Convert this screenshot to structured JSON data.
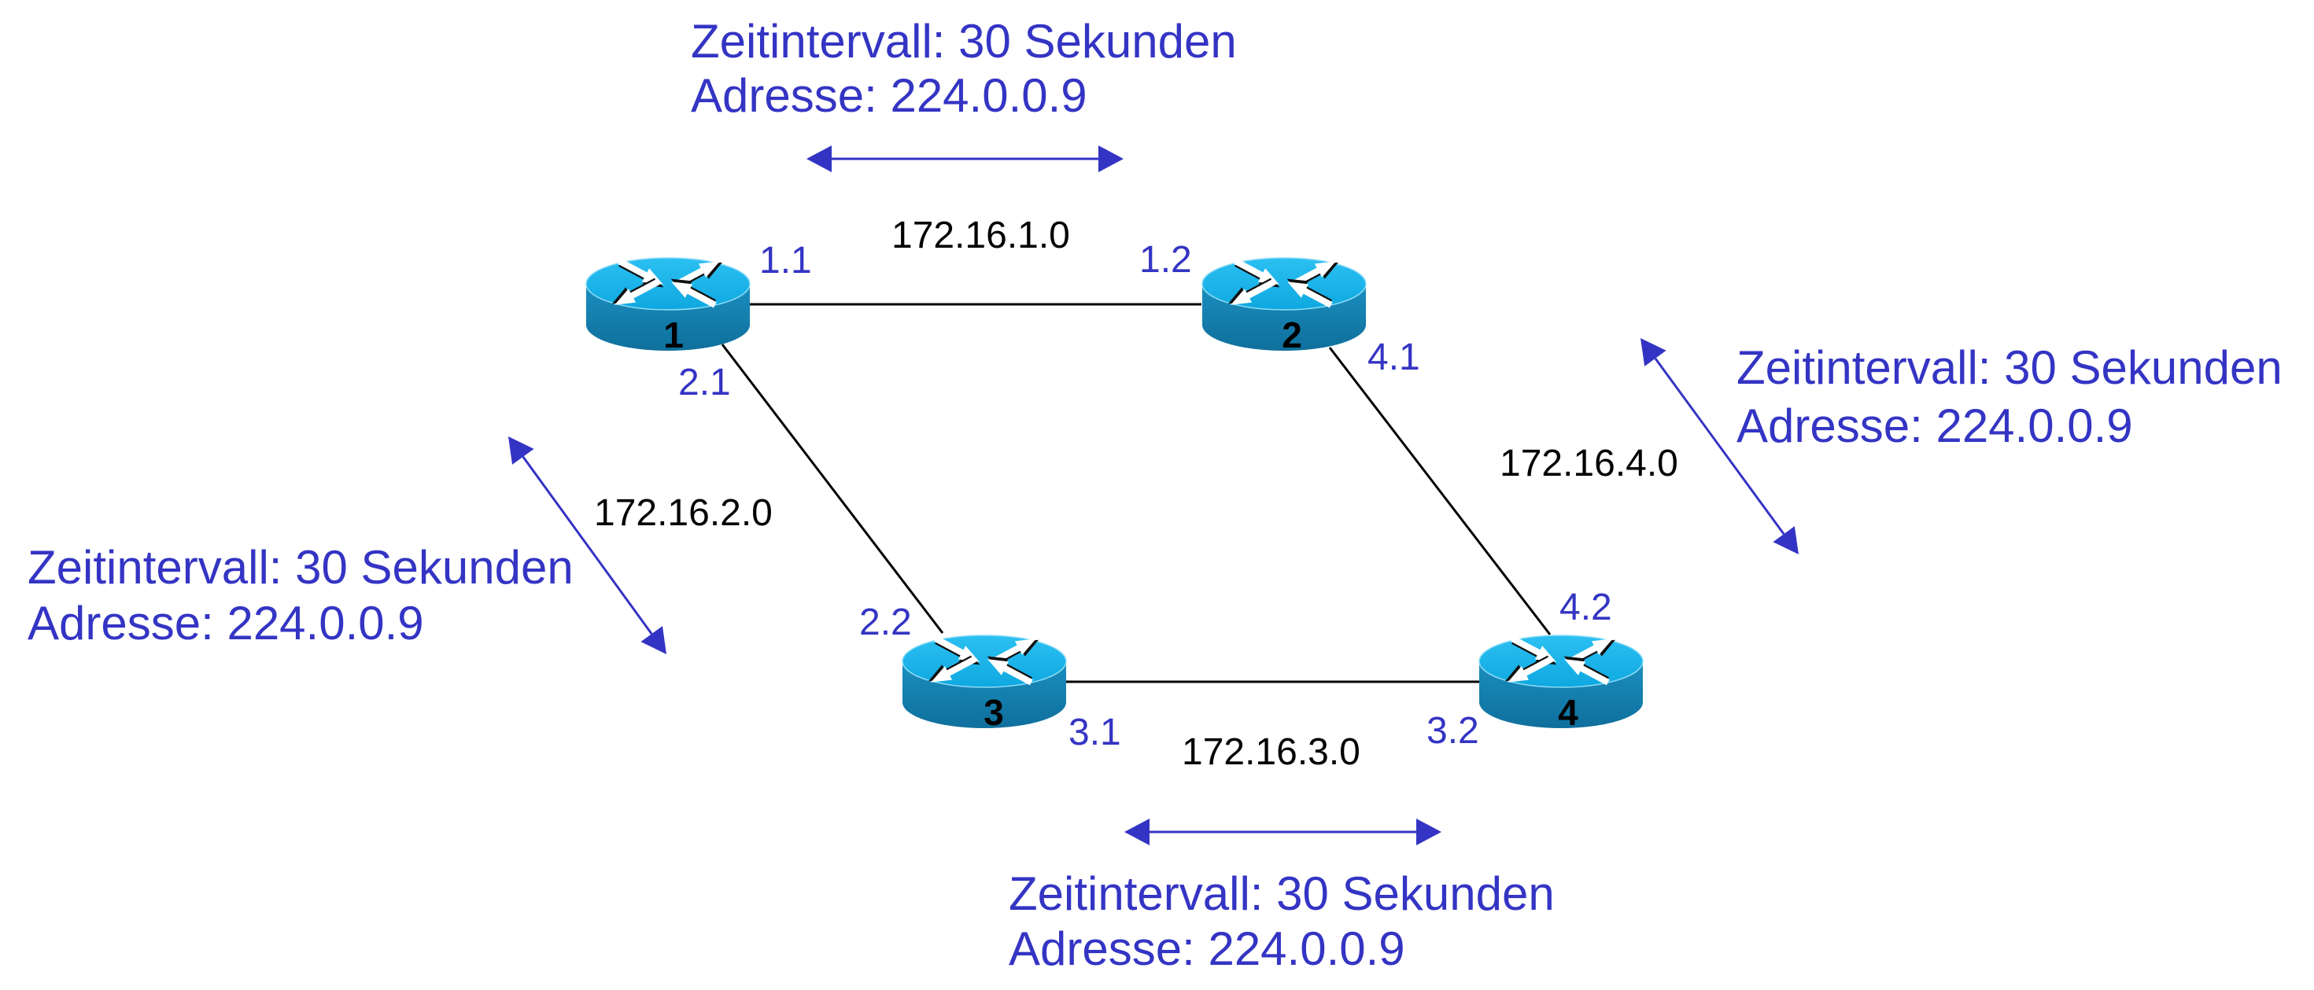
{
  "diagram": {
    "title": "",
    "colors": {
      "callout_text": "#3434c4",
      "interface_text": "#3434c4",
      "network_text": "#000000",
      "link_line": "#000000",
      "broadcast_arrow": "#3434c4",
      "router_top": "#12b4ea",
      "router_body": "#1682b0"
    },
    "routers": [
      {
        "id": "r1",
        "label": "1",
        "icon": "router-icon"
      },
      {
        "id": "r2",
        "label": "2",
        "icon": "router-icon"
      },
      {
        "id": "r3",
        "label": "3",
        "icon": "router-icon"
      },
      {
        "id": "r4",
        "label": "4",
        "icon": "router-icon"
      }
    ],
    "links": [
      {
        "id": "l12",
        "from": "r1",
        "to": "r2",
        "network": "172.16.1.0",
        "from_iface": "1.1",
        "to_iface": "1.2"
      },
      {
        "id": "l13",
        "from": "r1",
        "to": "r3",
        "network": "172.16.2.0",
        "from_iface": "2.1",
        "to_iface": "2.2"
      },
      {
        "id": "l34",
        "from": "r3",
        "to": "r4",
        "network": "172.16.3.0",
        "from_iface": "3.1",
        "to_iface": "3.2"
      },
      {
        "id": "l24",
        "from": "r2",
        "to": "r4",
        "network": "172.16.4.0",
        "from_iface": "4.1",
        "to_iface": "4.2"
      }
    ],
    "callouts": [
      {
        "id": "top",
        "link": "l12",
        "line1": "Zeitintervall: 30 Sekunden",
        "line2": "Adresse: 224.0.0.9",
        "arrow": "double-arrow-icon"
      },
      {
        "id": "left",
        "link": "l13",
        "line1": "Zeitintervall: 30 Sekunden",
        "line2": "Adresse: 224.0.0.9",
        "arrow": "double-arrow-icon"
      },
      {
        "id": "right",
        "link": "l24",
        "line1": "Zeitintervall: 30 Sekunden",
        "line2": "Adresse: 224.0.0.9",
        "arrow": "double-arrow-icon"
      },
      {
        "id": "bottom",
        "link": "l34",
        "line1": "Zeitintervall: 30 Sekunden",
        "line2": "Adresse: 224.0.0.9",
        "arrow": "double-arrow-icon"
      }
    ]
  }
}
